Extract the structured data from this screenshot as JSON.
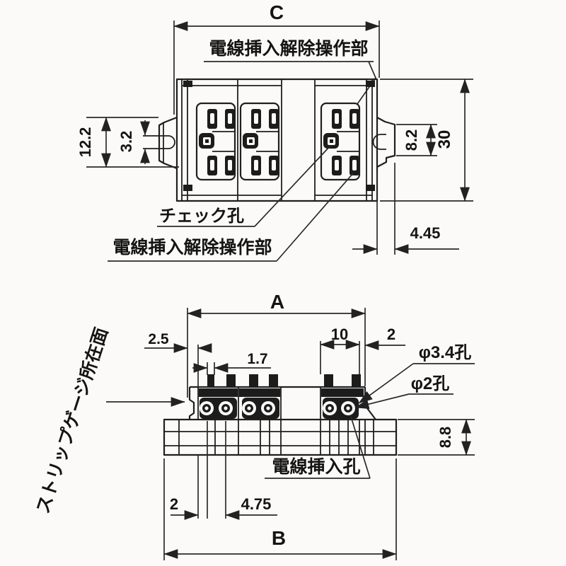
{
  "top_view": {
    "dim_c": "C",
    "label_release_top": "電線挿入解除操作部",
    "dim_12_2": "12.2",
    "dim_3_2": "3.2",
    "dim_8_2": "8.2",
    "dim_30": "30",
    "dim_4_45": "4.45",
    "label_check_hole": "チェック孔",
    "label_release_bottom": "電線挿入解除操作部"
  },
  "front_view": {
    "dim_a": "A",
    "dim_2_5": "2.5",
    "dim_1_7": "1.7",
    "dim_10": "10",
    "dim_2_right": "2",
    "label_hole_3_4": "φ3.4孔",
    "label_hole_2": "φ2孔",
    "dim_8_8": "8.8",
    "label_wire_hole": "電線挿入孔",
    "dim_2_bottom": "2",
    "dim_4_75": "4.75",
    "dim_b": "B",
    "label_strip_gauge": "ストリップゲージ所在面"
  }
}
